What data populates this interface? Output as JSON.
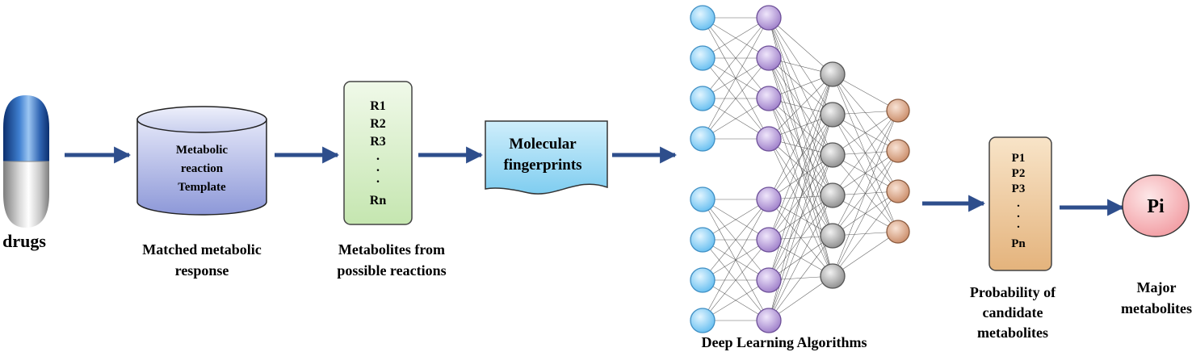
{
  "drug": {
    "label": "drugs"
  },
  "template": {
    "lines": [
      "Metabolic",
      "reaction",
      "Template"
    ],
    "caption": [
      "Matched metabolic",
      "response"
    ]
  },
  "reactions": {
    "items": [
      "R1",
      "R2",
      "R3",
      ".",
      ".",
      ".",
      "Rn"
    ],
    "caption": [
      "Metabolites from",
      "possible reactions"
    ]
  },
  "fingerprints": {
    "lines": [
      "Molecular",
      "fingerprints"
    ]
  },
  "network": {
    "caption": "Deep Learning Algorithms",
    "layers": [
      8,
      8,
      6,
      4
    ]
  },
  "probabilities": {
    "items": [
      "P1",
      "P2",
      "P3",
      ".",
      ".",
      ".",
      "Pn"
    ],
    "caption": [
      "Probability of",
      "candidate",
      "metabolites"
    ]
  },
  "major": {
    "label": "Pi",
    "caption": [
      "Major",
      "metabolites"
    ]
  },
  "colors": {
    "arrow": "#2e4e8c",
    "input_node": "#8ed2f5",
    "hidden1_node": "#b59ad8",
    "hidden2_node": "#a7a7a7",
    "output_node": "#d9a386",
    "reaction_box": "#d8efc8",
    "prob_box": "#ecc79c",
    "pi_circle": "#f2aeb2"
  }
}
